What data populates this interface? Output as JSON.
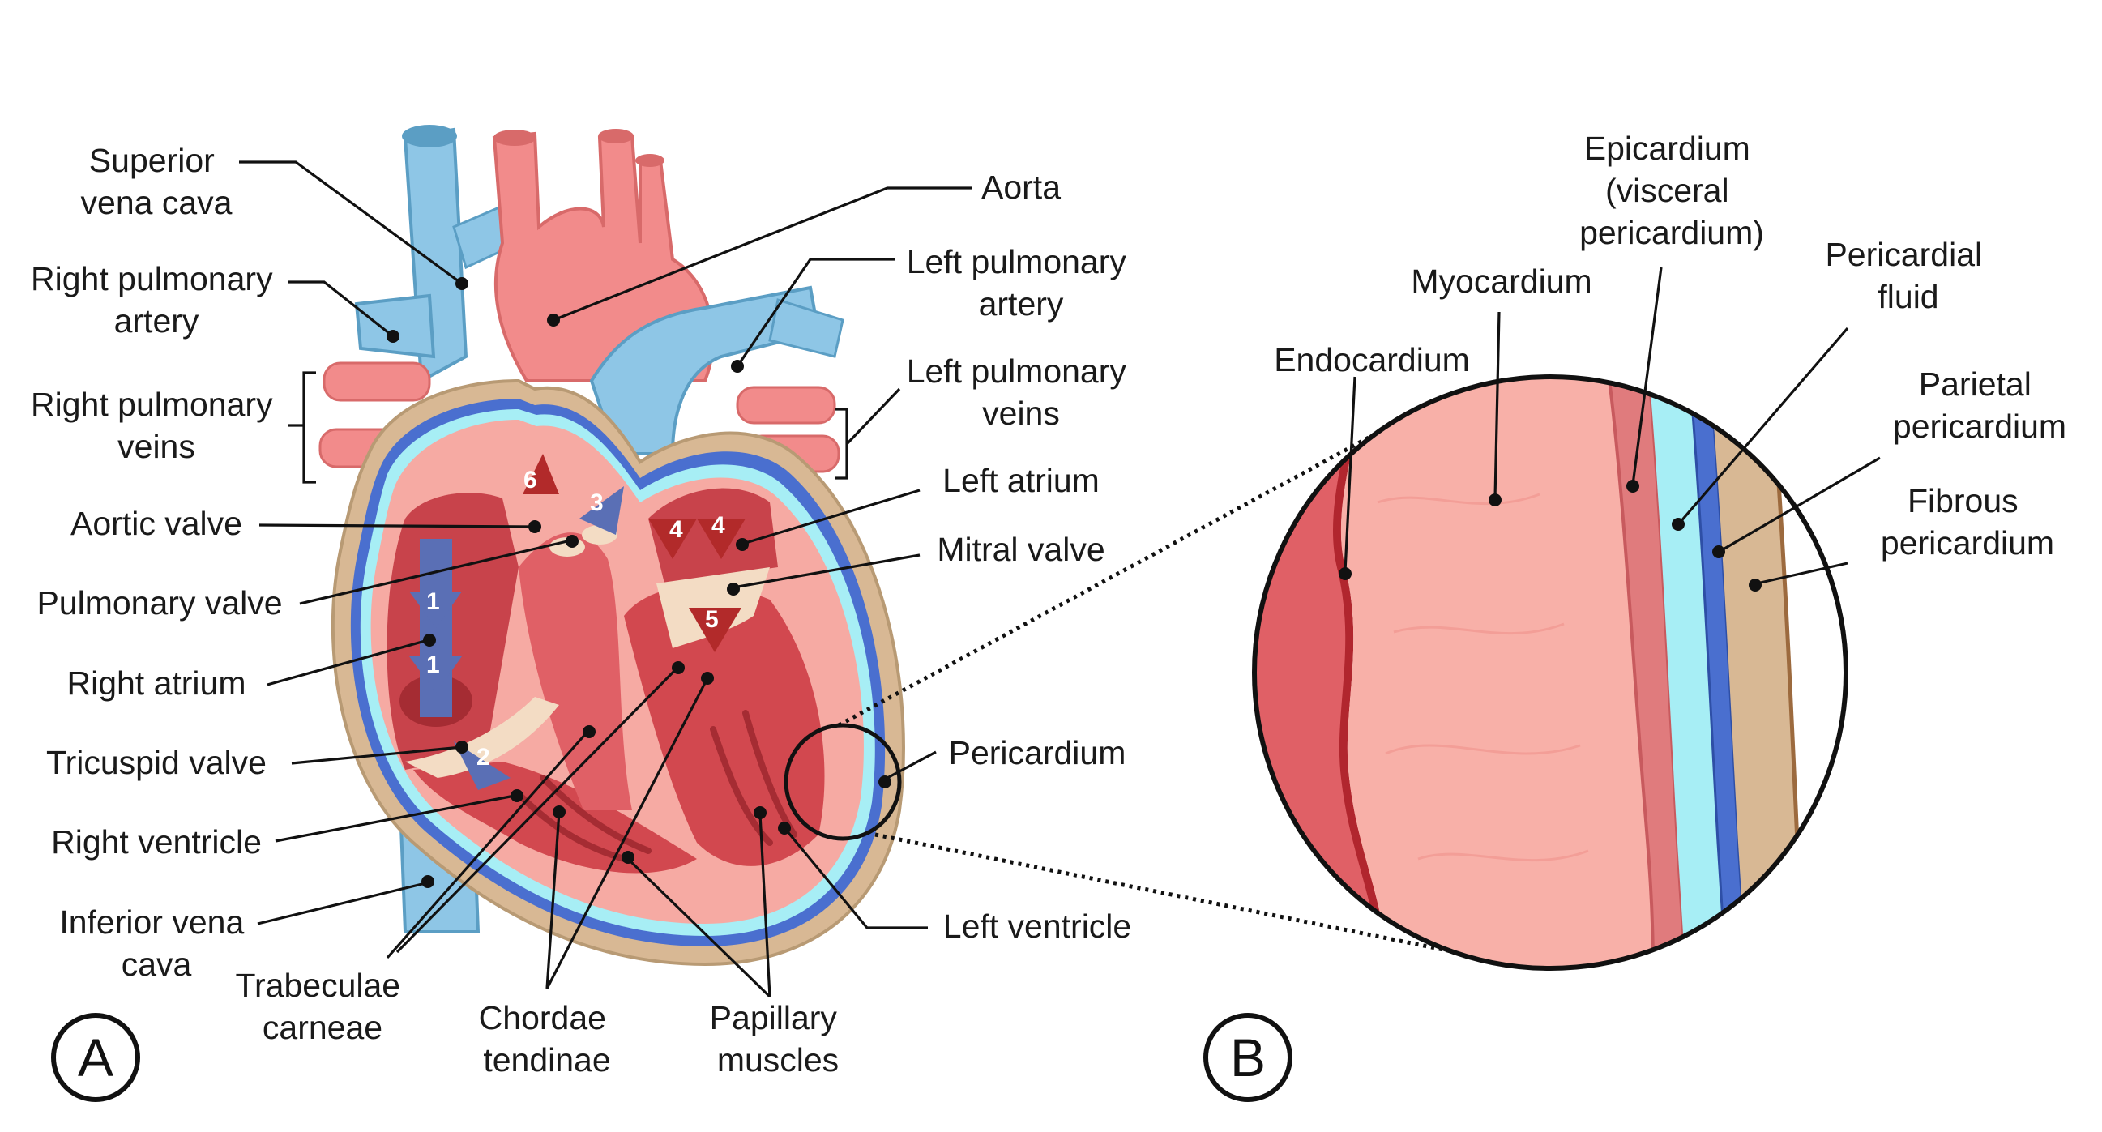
{
  "panel_a": {
    "letter": "A",
    "labels": {
      "superior_vena_cava": [
        "Superior",
        "vena cava"
      ],
      "right_pulmonary_artery": [
        "Right pulmonary",
        "artery"
      ],
      "right_pulmonary_veins": [
        "Right pulmonary",
        "veins"
      ],
      "aortic_valve": [
        "Aortic valve"
      ],
      "pulmonary_valve": [
        "Pulmonary valve"
      ],
      "right_atrium": [
        "Right atrium"
      ],
      "tricuspid_valve": [
        "Tricuspid valve"
      ],
      "right_ventricle": [
        "Right ventricle"
      ],
      "inferior_vena_cava": [
        "Inferior vena",
        "cava"
      ],
      "trabeculae_carneae": [
        "Trabeculae",
        "carneae"
      ],
      "chordae_tendinae": [
        "Chordae",
        "tendinae"
      ],
      "papillary_muscles": [
        "Papillary",
        "muscles"
      ],
      "aorta": [
        "Aorta"
      ],
      "left_pulmonary_artery": [
        "Left pulmonary",
        "artery"
      ],
      "left_pulmonary_veins": [
        "Left pulmonary",
        "veins"
      ],
      "left_atrium": [
        "Left atrium"
      ],
      "mitral_valve": [
        "Mitral valve"
      ],
      "pericardium": [
        "Pericardium"
      ],
      "left_ventricle": [
        "Left ventricle"
      ]
    },
    "flow_numbers": [
      "1",
      "1",
      "2",
      "3",
      "4",
      "4",
      "5",
      "6"
    ]
  },
  "panel_b": {
    "letter": "B",
    "labels": {
      "epicardium": [
        "Epicardium",
        "(visceral",
        "pericardium)"
      ],
      "myocardium": [
        "Myocardium"
      ],
      "endocardium": [
        "Endocardium"
      ],
      "pericardial_fluid": [
        "Pericardial",
        "fluid"
      ],
      "parietal_pericardium": [
        "Parietal",
        "pericardium"
      ],
      "fibrous_pericardium": [
        "Fibrous",
        "pericardium"
      ]
    }
  },
  "colors": {
    "deoxygenated": "#8ec6e6",
    "oxygenated": "#f28b8b",
    "myocardium": "#f6aaa3",
    "chamber": "#d2484f",
    "pericardial_fluid": "#a7eef5",
    "parietal": "#4a6fcf",
    "fibrous": "#d8b894",
    "flow_arrow_blue": "#5a6fb5",
    "flow_arrow_red": "#b22a2a"
  }
}
